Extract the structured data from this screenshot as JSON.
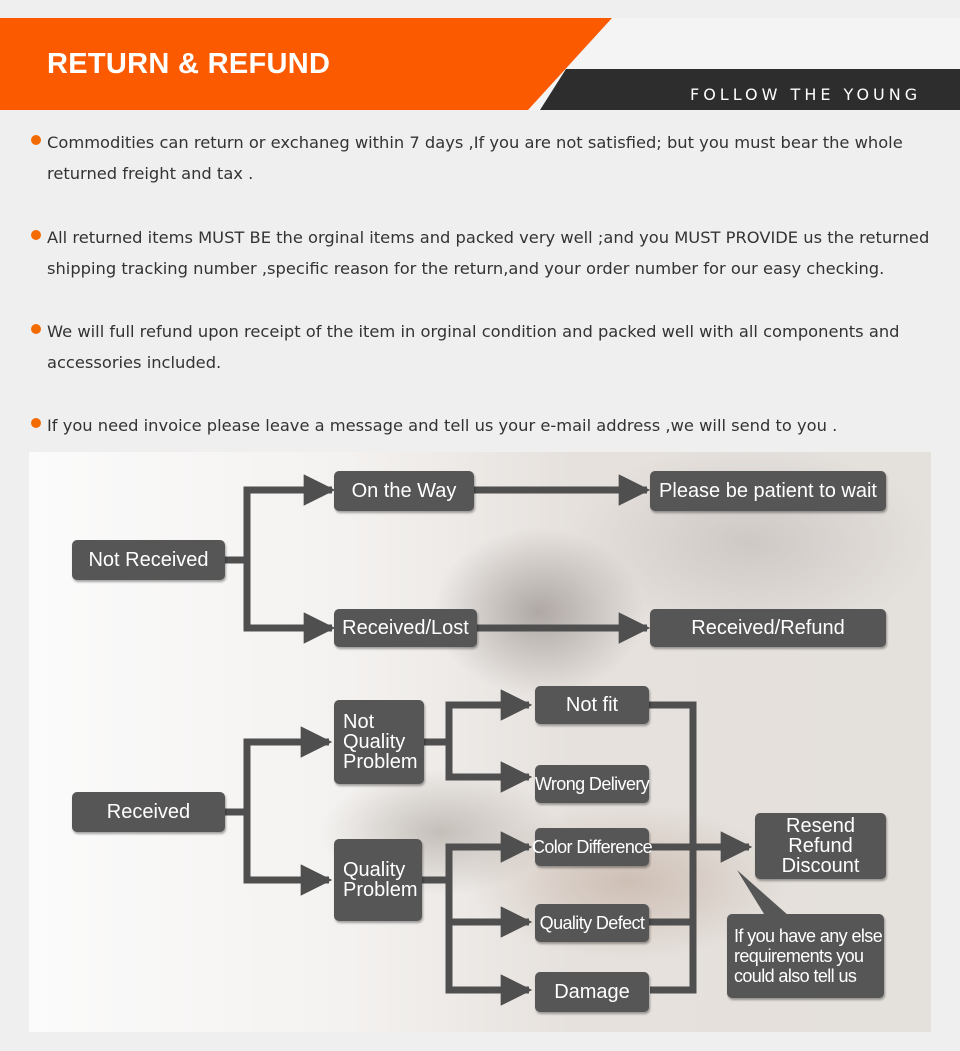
{
  "header": {
    "title": "RETURN & REFUND",
    "tagline": "FOLLOW THE YOUNG",
    "colors": {
      "accent": "#fb5a00",
      "dark_band": "#2d2d2d"
    }
  },
  "policies": [
    "Commodities can return or exchaneg within 7 days ,If you are not satisfied; but you must bear the whole returned freight and tax .",
    "All returned items MUST BE the orginal items and packed very well ;and you MUST PROVIDE us the returned shipping tracking number ,specific reason for the return,and your order number for our easy checking.",
    "We will full refund upon receipt of the item in orginal condition and packed well with all components and accessories included.",
    "If you need invoice please leave a message and tell us your e-mail address ,we will send to you ."
  ],
  "flowchart": {
    "not_received": "Not Received",
    "on_the_way": "On the Way",
    "patient": "Please be patient to wait",
    "received_lost": "Received/Lost",
    "received_refund": "Received/Refund",
    "received": "Received",
    "not_quality_problem": "Not\nQuality\nProblem",
    "quality_problem": "Quality\nProblem",
    "not_fit": "Not fit",
    "wrong_delivery": "Wrong Delivery",
    "color_difference": "Color Difference",
    "quality_defect": "Quality Defect",
    "damage": "Damage",
    "resend": "Resend\nRefund\nDiscount",
    "note": "If you have any else\nrequirements you\ncould also tell us",
    "colors": {
      "box": "#565656",
      "line": "#4f4f4f"
    }
  }
}
